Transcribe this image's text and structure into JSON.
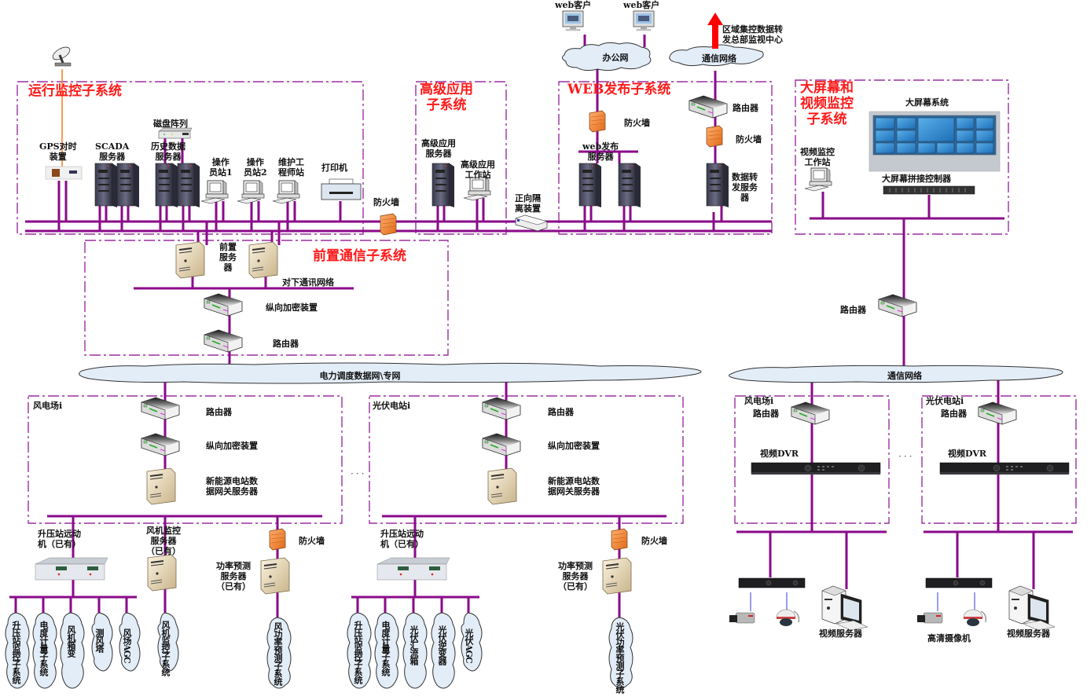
{
  "colors": {
    "bus": "#8a0a8a",
    "frame": "#9b2fa0",
    "title": "#ff1a1a",
    "cloud_fill": "#e3edf8",
    "arrow": "#ff0000",
    "gps_line": "#ff7a1a",
    "camera_link": "#3a3ae0"
  },
  "top": {
    "web_client_1": "web客户",
    "web_client_2": "web客户",
    "office_net": "办公网",
    "comm_net_top": "通信网络",
    "upload_label": "区域集控数据转\n发总部监视中心"
  },
  "monitoring": {
    "title": "运行监控子系统",
    "gps": "GPS对时\n装置",
    "scada": "SCADA\n服务器",
    "disk_array": "磁盘阵列",
    "history_server": "历史数据\n服务器",
    "op_station_1": "操作\n员站1",
    "op_station_2": "操作\n员站2",
    "maint_station": "维护工\n程师站",
    "printer": "打印机",
    "firewall": "防火墙"
  },
  "advanced": {
    "title": "高级应用\n子系统",
    "server": "高级应用\n服务器",
    "workstation": "高级应用\n工作站",
    "isolator": "正向隔\n离装置"
  },
  "web": {
    "title": "WEB发布子系统",
    "firewall": "防火墙",
    "web_server": "web发布\n服务器",
    "router": "路由器",
    "firewall_2": "防火墙",
    "forward_server": "数据转\n发服务\n器"
  },
  "bigscreen": {
    "title": "大屏幕和\n视频监控\n子系统",
    "screen_system": "大屏幕系统",
    "video_station": "视频监控\n工作站",
    "splice_controller": "大屏幕拼接控制器"
  },
  "front": {
    "title": "前置通信子系统",
    "server": "前置\n服务\n器",
    "downlink_net": "对下通讯网络",
    "encryptor": "纵向加密装置",
    "router": "路由器"
  },
  "dispatch_net": "电力调度数据网\\专网",
  "right_chain": {
    "router": "路由器",
    "comm_net": "通信网络"
  },
  "wind_farm": {
    "title": "风电场i",
    "router": "路由器",
    "encryptor": "纵向加密装置",
    "gateway": "新能源电站数\n据网关服务器",
    "rtu": "升压站远动\n机（已有）",
    "fan_server": "风机监控\n服务器\n（已有）",
    "firewall": "防火墙",
    "forecast_server": "功率预测\n服务器\n（已有）",
    "clouds": [
      "升压站监控子系统",
      "电度计量子系统",
      "风机箱变",
      "测风塔",
      "风场AGC"
    ],
    "fan_cloud": "风机监控子系统",
    "forecast_cloud": "风功率预测子系统"
  },
  "pv_station": {
    "title": "光伏电站i",
    "router": "路由器",
    "encryptor": "纵向加密装置",
    "gateway": "新能源电站数\n据网关服务器",
    "rtu": "升压站远动\n机（已有）",
    "firewall": "防火墙",
    "forecast_server": "功率预测\n服务器\n（已有）",
    "clouds": [
      "升压站监控子系统",
      "电度计量子系统",
      "光伏汇流箱",
      "光伏逆变器",
      "光伏AGC"
    ],
    "forecast_cloud": "光伏功率预测子系统"
  },
  "video_wind": {
    "title": "风电场i",
    "router": "路由器",
    "dvr": "视频DVR",
    "video_server": "视频服务器"
  },
  "video_pv": {
    "title": "光伏电站i",
    "router": "路由器",
    "dvr": "视频DVR",
    "camera": "高清摄像机",
    "video_server": "视频服务器"
  },
  "ellipsis": "···"
}
